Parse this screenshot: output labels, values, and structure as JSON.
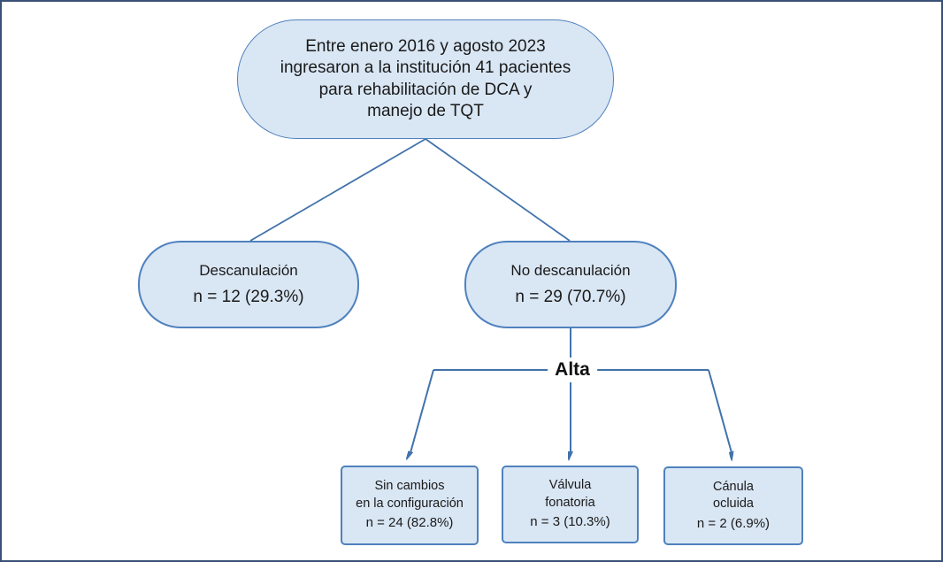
{
  "diagram": {
    "root_node": {
      "text": "Entre enero 2016 y agosto 2023\ningresaron a la institución 41 pacientes\npara rehabilitación de DCA y\nmanejo de TQT"
    },
    "decannulation_node": {
      "label": "Descanulación",
      "value": "n = 12 (29.3%)"
    },
    "no_decannulation_node": {
      "label": "No descanulación",
      "value": "n = 29 (70.7%)"
    },
    "branch_label": "Alta",
    "outcomes": [
      {
        "label": "Sin cambios\nen la configuración",
        "value": "n = 24 (82.8%)"
      },
      {
        "label": "Válvula\nfonatoria",
        "value": "n = 3 (10.3%)"
      },
      {
        "label": "Cánula\nocluida",
        "value": "n = 2 (6.9%)"
      }
    ],
    "colors": {
      "node_fill": "#d9e6f4",
      "node_border": "#4f81bd",
      "connector": "#4273ab",
      "frame_border": "#3a5078",
      "text": "#1a1a1a"
    }
  }
}
